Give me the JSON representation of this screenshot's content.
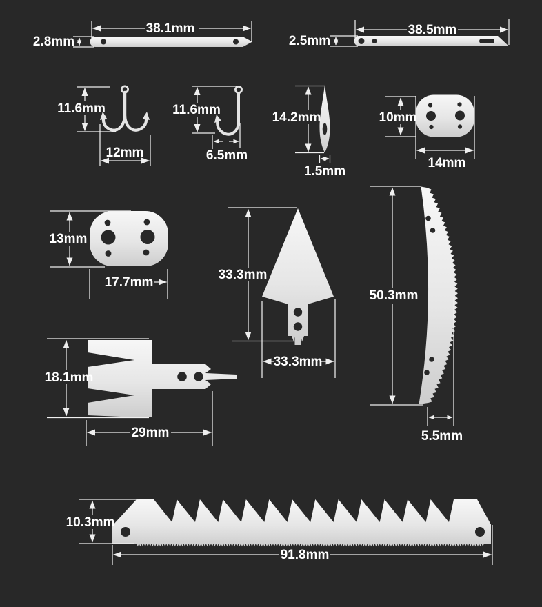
{
  "colors": {
    "background": "#282828",
    "metal": "#e9e9e9",
    "line": "#efefef",
    "text": "#ffffff"
  },
  "unit": "mm",
  "parts": [
    {
      "id": "flat-strip-pointed",
      "width_label": "38.1mm",
      "height_label": "2.8mm"
    },
    {
      "id": "flat-strip-angled",
      "width_label": "38.5mm",
      "height_label": "2.5mm"
    },
    {
      "id": "double-fishhook",
      "width_label": "12mm",
      "height_label": "11.6mm"
    },
    {
      "id": "single-fishhook",
      "width_label": "6.5mm",
      "height_label": "11.6mm"
    },
    {
      "id": "sewing-needle",
      "width_label": "1.5mm",
      "height_label": "14.2mm"
    },
    {
      "id": "oval-plate-small",
      "width_label": "14mm",
      "height_label": "10mm"
    },
    {
      "id": "oval-plate-large",
      "width_label": "17.7mm",
      "height_label": "13mm"
    },
    {
      "id": "arrowhead",
      "width_label": "33.3mm",
      "height_label": "33.3mm"
    },
    {
      "id": "curved-saw-blade",
      "width_label": "5.5mm",
      "height_label": "50.3mm"
    },
    {
      "id": "fish-spear",
      "width_label": "29mm",
      "height_label": "18.1mm"
    },
    {
      "id": "long-saw-blade",
      "width_label": "91.8mm",
      "height_label": "10.3mm"
    }
  ]
}
